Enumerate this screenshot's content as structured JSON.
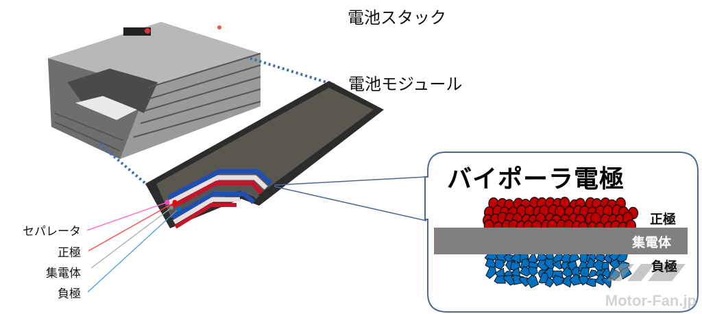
{
  "labels": {
    "stack": "電池スタック",
    "module": "電池モジュール",
    "separator": "セパレータ",
    "positive": "正極",
    "collector": "集電体",
    "negative": "負極"
  },
  "panel": {
    "title": "バイポーラ電極",
    "positive": "正極",
    "collector": "集電体",
    "negative": "負極"
  },
  "watermark": "Motor-Fan.jp",
  "colors": {
    "separator": "#ff66cc",
    "positive": "#c00000",
    "collector": "#808080",
    "negative": "#0070c0",
    "dotted": "#3a6fb5",
    "panel_border": "#4a6a94"
  }
}
